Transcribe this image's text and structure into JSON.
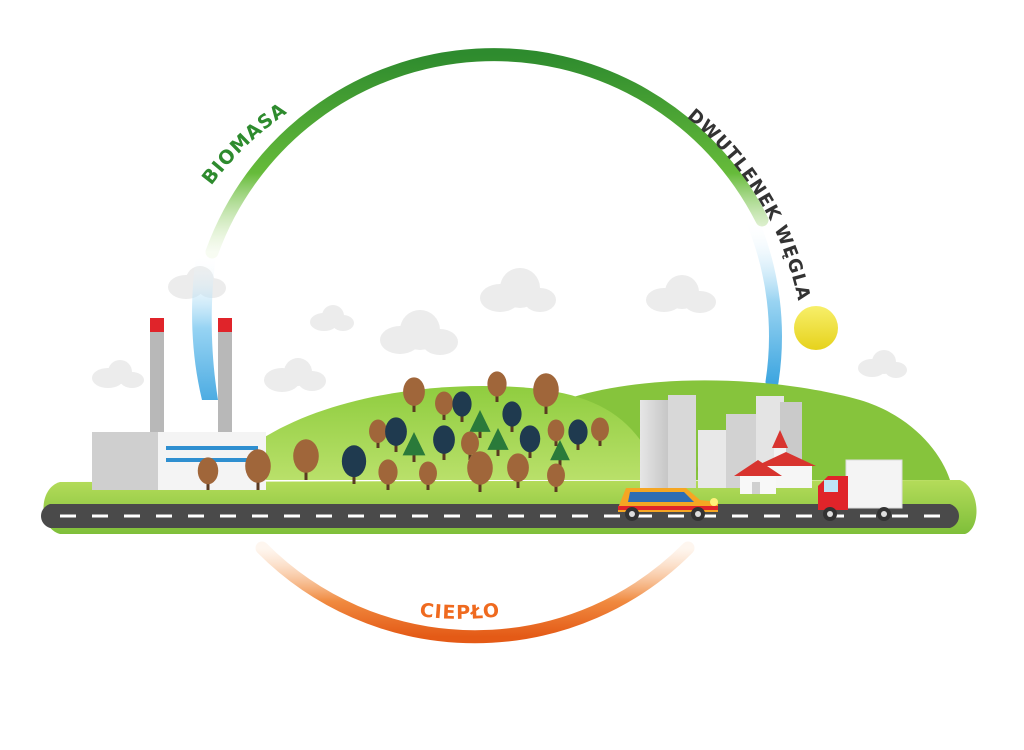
{
  "labels": {
    "biomass": "BIOMASA",
    "carbon_dioxide": "DWUTLENEK WĘGLA",
    "heat": "CIEPŁO"
  },
  "colors": {
    "biomass_arc": "#2e8b2e",
    "co2_arc": "#5ab8e8",
    "heat_arc": "#ef6a1f",
    "co2_text": "#333333",
    "ground": "#8cc63f",
    "hill": "#7dc142",
    "road": "#4a4a4a",
    "sun": "#f5e63a",
    "cloud": "#ececec",
    "tree_brown": "#a0663a",
    "tree_navy": "#1f3a4f",
    "tree_green": "#2a7a3a"
  }
}
